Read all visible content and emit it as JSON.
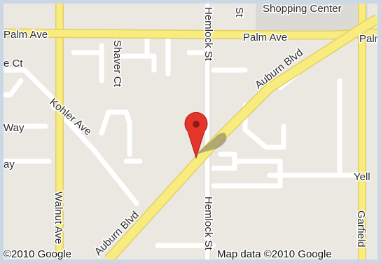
{
  "map": {
    "streets": {
      "palm_ave_left": "Palm Ave",
      "palm_ave_mid": "Palm Ave",
      "palm_ave_right": "Palm",
      "auburn_blvd_upper": "Auburn Blvd",
      "auburn_blvd_lower": "Auburn Blvd",
      "shaver_ct": "Shaver Ct",
      "hemlock_st_upper": "Hemlock St",
      "hemlock_st_lower": "Hemlock St",
      "kohler_ave": "Kohler Ave",
      "walnut_ave": "Walnut Ave",
      "garfield": "Garfield",
      "shopping_center": "Shopping Center",
      "street_st_top": "St",
      "ct_left": "e Ct",
      "way_left": "Way",
      "way_left_2": "ay",
      "yell": "Yell"
    },
    "copyright": "©2010 Google",
    "map_data": "Map data ©2010 Google",
    "colors": {
      "background": "#ebe8e1",
      "road_major": "#f9ec7e",
      "road_major_border": "#e1cf6a",
      "road_minor": "#ffffff",
      "marker": "#e5352b"
    },
    "marker_icon": "map-pin-icon"
  }
}
